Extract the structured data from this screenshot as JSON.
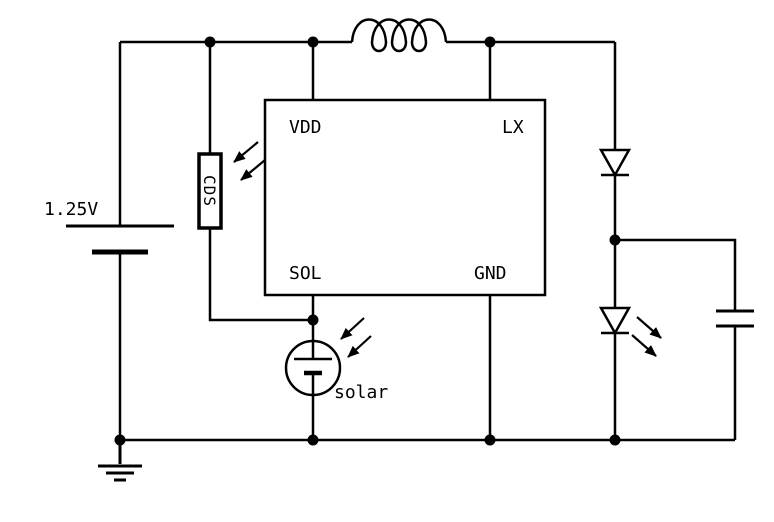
{
  "schematic": {
    "labels": {
      "battery": "1.25V",
      "pin_vdd": "VDD",
      "pin_lx": "LX",
      "pin_sol": "SOL",
      "pin_gnd": "GND",
      "cds": "CDS",
      "solar": "solar"
    },
    "components": [
      {
        "name": "battery",
        "type": "battery",
        "label": "1.25V"
      },
      {
        "name": "inductor",
        "type": "inductor"
      },
      {
        "name": "controller-ic",
        "type": "ic",
        "pins": [
          "VDD",
          "LX",
          "SOL",
          "GND"
        ]
      },
      {
        "name": "cds-photoresistor",
        "type": "photoresistor",
        "label": "CDS"
      },
      {
        "name": "solar-cell",
        "type": "solar-cell",
        "label": "solar"
      },
      {
        "name": "diode",
        "type": "diode"
      },
      {
        "name": "led",
        "type": "led"
      },
      {
        "name": "output-capacitor",
        "type": "capacitor"
      },
      {
        "name": "ground",
        "type": "ground"
      }
    ],
    "colors": {
      "wire": "#000000",
      "background": "#ffffff"
    }
  }
}
